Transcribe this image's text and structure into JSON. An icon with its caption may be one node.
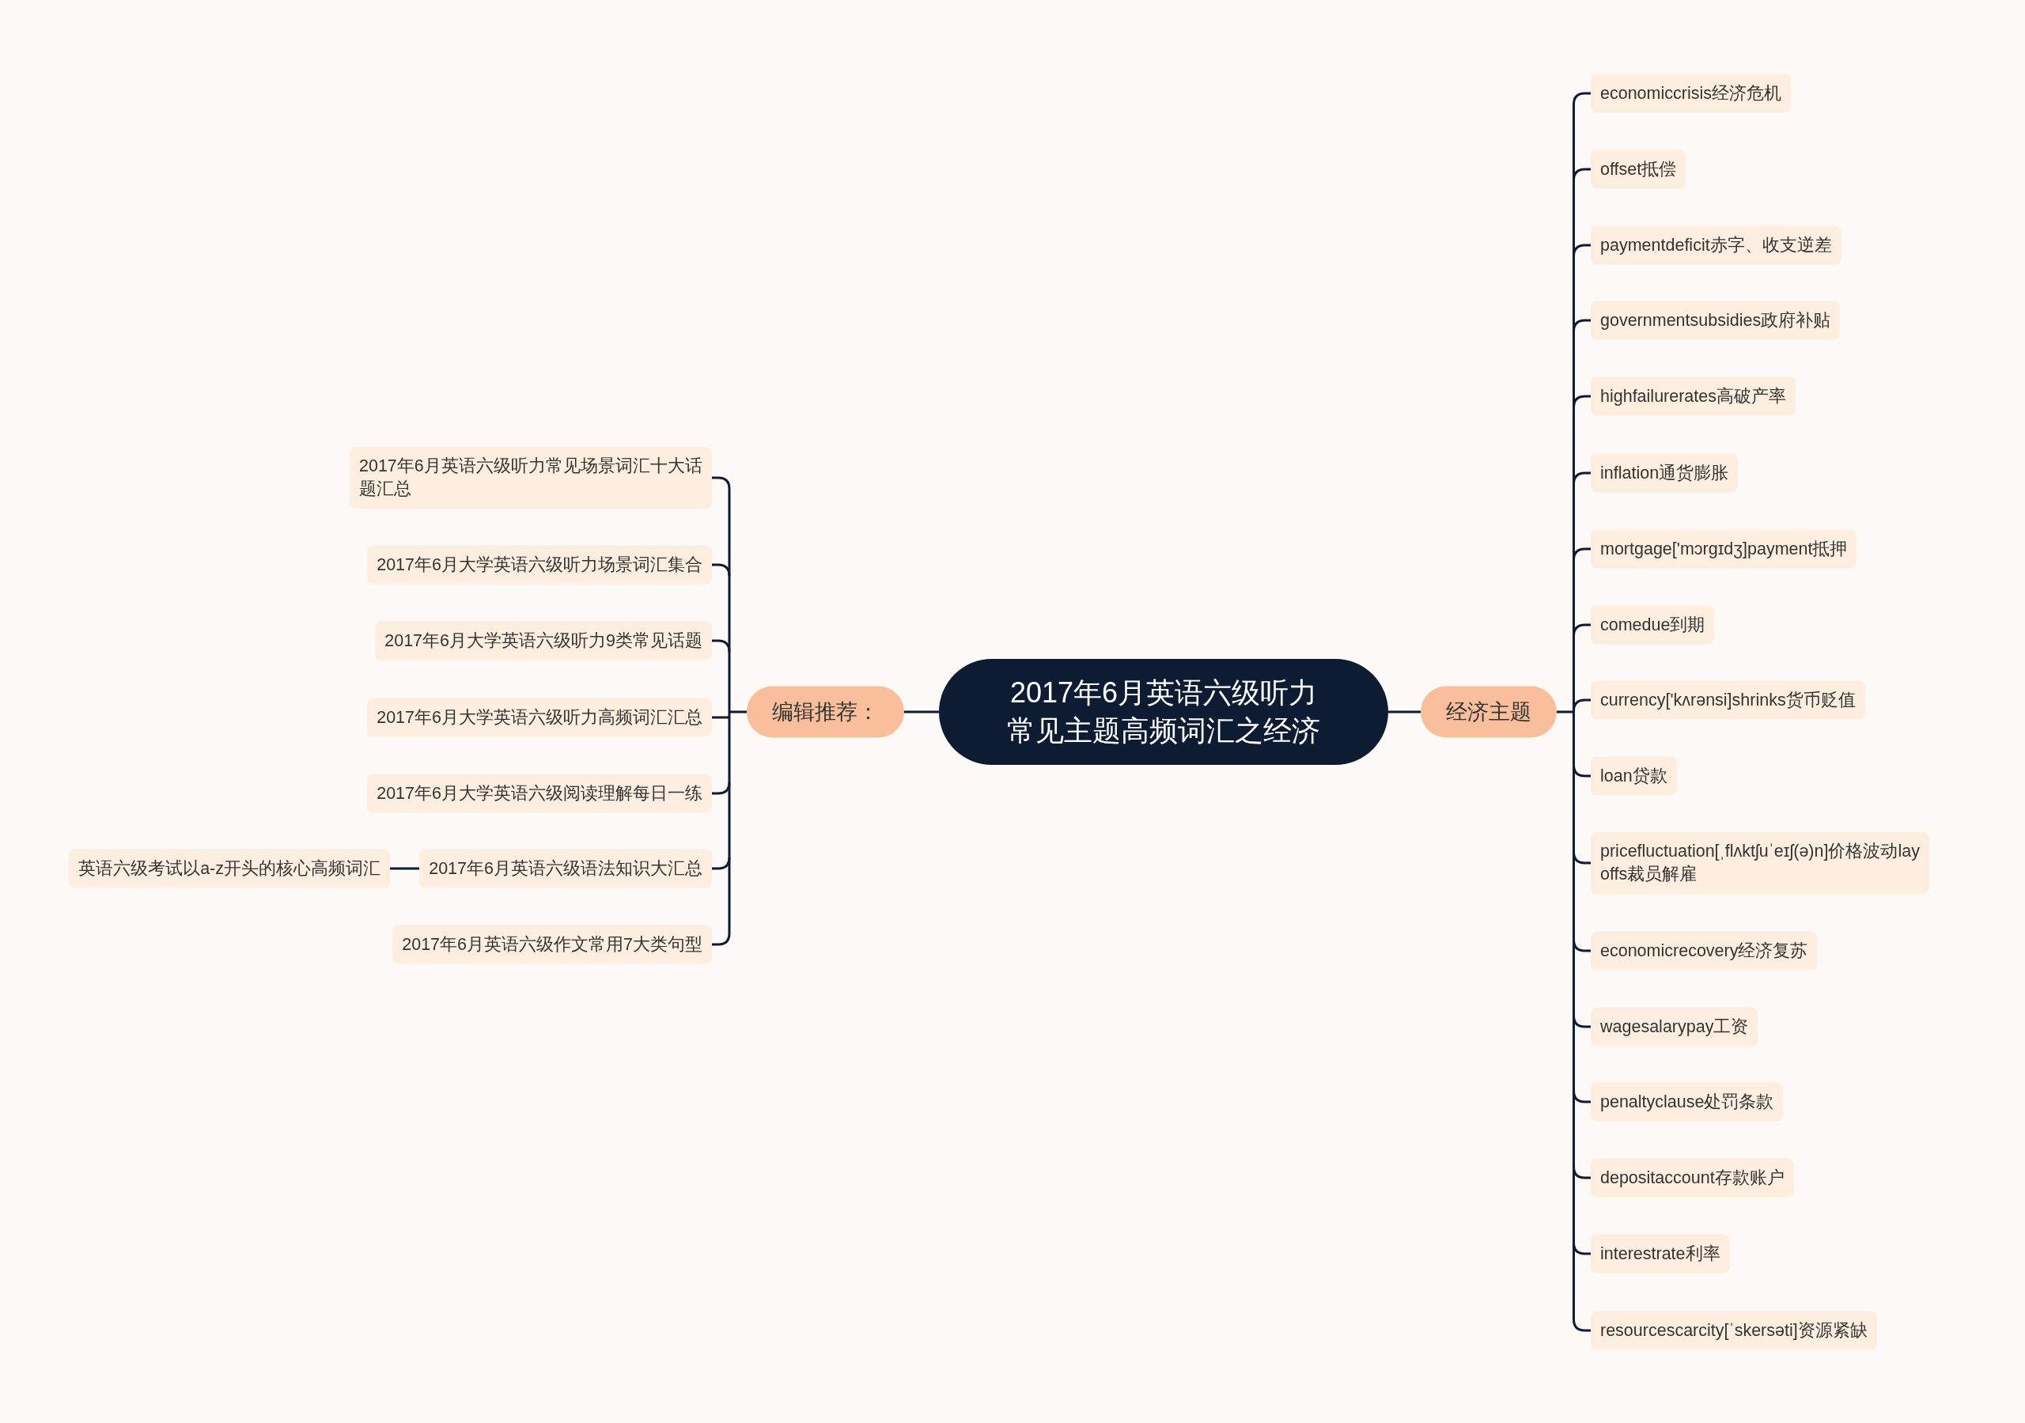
{
  "diagram": {
    "nodes": [
      {
        "text": [
          "2017年6月英语六级听力常见主题高频词汇之经济"
        ]
      },
      {
        "text": [
          "编辑推荐："
        ]
      },
      {
        "text": [
          "2017年6月英语六级听力常见场景词汇十大话题汇总"
        ]
      },
      {
        "text": [
          "2017年6月大学英语六级听力场景词汇集合"
        ]
      },
      {
        "text": [
          "2017年6月大学英语六级听力9类常见话题"
        ]
      },
      {
        "text": [
          "2017年6月大学英语六级听力高频词汇汇总"
        ]
      },
      {
        "text": [
          "2017年6月大学英语六级阅读理解每日一练"
        ]
      },
      {
        "text": [
          "2017年6月英语六级语法知识大汇总"
        ]
      },
      {
        "text": [
          "英语六级考试以a-z开头的核心高频词汇"
        ]
      },
      {
        "text": [
          "2017年6月英语六级作文常用7大类句型"
        ]
      },
      {
        "text": [
          "经济主题"
        ]
      },
      {
        "text": [
          "economiccrisis经济危机"
        ]
      },
      {
        "text": [
          "offset抵偿"
        ]
      },
      {
        "text": [
          "paymentdeficit赤字、收支逆差"
        ]
      },
      {
        "text": [
          "governmentsubsidies政府补贴"
        ]
      },
      {
        "text": [
          "highfailurerates高破产率"
        ]
      },
      {
        "text": [
          "inflation通货膨胀"
        ]
      },
      {
        "text": [
          "mortgage['mɔrgɪdʒ]payment抵押"
        ]
      },
      {
        "text": [
          "comedue到期"
        ]
      },
      {
        "text": [
          "currency['kʌrənsi]shrinks货币贬值"
        ]
      },
      {
        "text": [
          "loan贷款"
        ]
      },
      {
        "text": [
          "pricefluctuation[ˌflʌktʃuˈeɪʃ(ə)n]价格波动layoffs裁员解雇"
        ]
      },
      {
        "text": [
          "economicrecovery经济复苏"
        ]
      },
      {
        "text": [
          "wagesalarypay工资"
        ]
      },
      {
        "text": [
          "penaltyclause处罚条款"
        ]
      },
      {
        "text": [
          "depositaccount存款账户"
        ]
      },
      {
        "text": [
          "interestrate利率"
        ]
      },
      {
        "text": [
          "resourcescarcity[ˈskersəti]资源紧缺"
        ]
      }
    ],
    "edges": [
      {
        "from": 0,
        "to": 1,
        "arrow": "none"
      },
      {
        "from": 0,
        "to": 10,
        "arrow": "none"
      },
      {
        "from": 1,
        "to": 2,
        "arrow": "none"
      },
      {
        "from": 1,
        "to": 3,
        "arrow": "none"
      },
      {
        "from": 1,
        "to": 4,
        "arrow": "none"
      },
      {
        "from": 1,
        "to": 5,
        "arrow": "none"
      },
      {
        "from": 1,
        "to": 6,
        "arrow": "none"
      },
      {
        "from": 1,
        "to": 7,
        "arrow": "none"
      },
      {
        "from": 7,
        "to": 8,
        "arrow": "none"
      },
      {
        "from": 1,
        "to": 9,
        "arrow": "none"
      },
      {
        "from": 10,
        "to": 11,
        "arrow": "none"
      },
      {
        "from": 10,
        "to": 12,
        "arrow": "none"
      },
      {
        "from": 10,
        "to": 13,
        "arrow": "none"
      },
      {
        "from": 10,
        "to": 14,
        "arrow": "none"
      },
      {
        "from": 10,
        "to": 15,
        "arrow": "none"
      },
      {
        "from": 10,
        "to": 16,
        "arrow": "none"
      },
      {
        "from": 10,
        "to": 17,
        "arrow": "none"
      },
      {
        "from": 10,
        "to": 18,
        "arrow": "none"
      },
      {
        "from": 10,
        "to": 19,
        "arrow": "none"
      },
      {
        "from": 10,
        "to": 20,
        "arrow": "none"
      },
      {
        "from": 10,
        "to": 21,
        "arrow": "none"
      },
      {
        "from": 10,
        "to": 22,
        "arrow": "none"
      },
      {
        "from": 10,
        "to": 23,
        "arrow": "none"
      },
      {
        "from": 10,
        "to": 24,
        "arrow": "none"
      },
      {
        "from": 10,
        "to": 25,
        "arrow": "none"
      },
      {
        "from": 10,
        "to": 26,
        "arrow": "none"
      },
      {
        "from": 10,
        "to": 27,
        "arrow": "none"
      }
    ]
  }
}
